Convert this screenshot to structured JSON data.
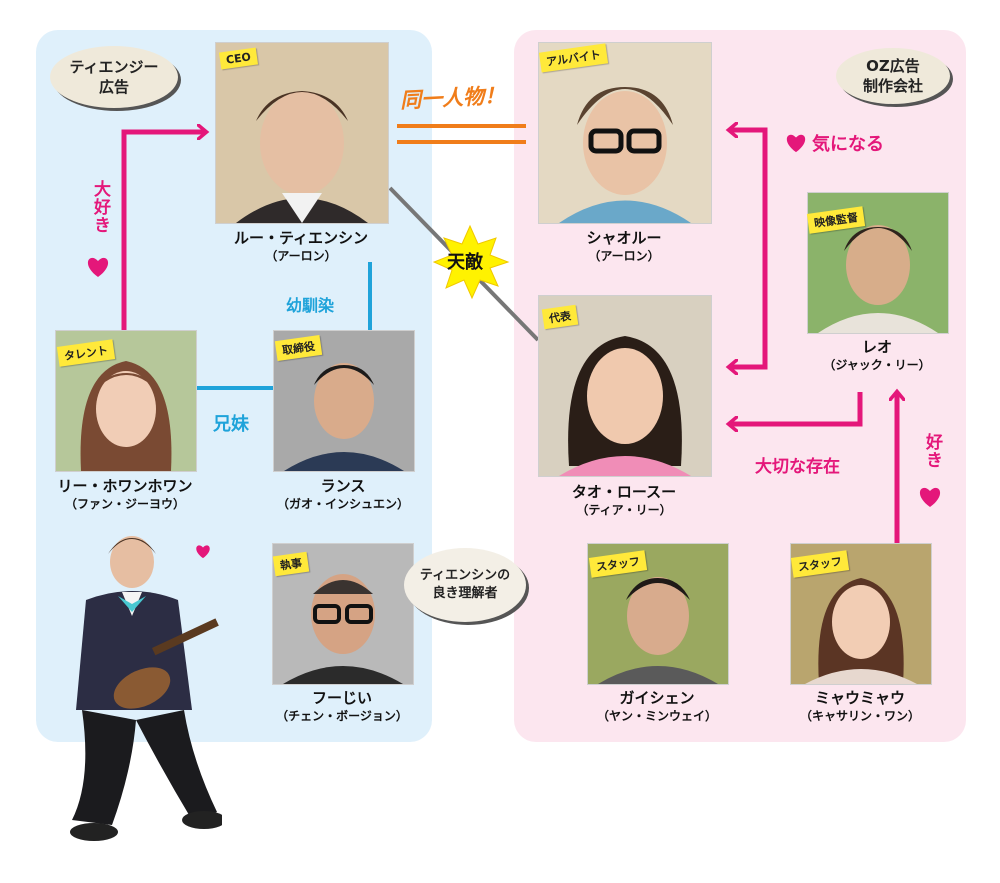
{
  "companies": {
    "left": [
      "ティエンジー",
      "広告"
    ],
    "right": [
      "OZ広告",
      "制作会社"
    ]
  },
  "characters": [
    {
      "role": "CEO",
      "name": "ルー・ティエンシン",
      "actor": "（アーロン）"
    },
    {
      "role": "アルバイト",
      "name": "シャオルー",
      "actor": "（アーロン）"
    },
    {
      "role": "映像監督",
      "name": "レオ",
      "actor": "（ジャック・リー）"
    },
    {
      "role": "タレント",
      "name": "リー・ホワンホワン",
      "actor": "（ファン・ジーヨウ）"
    },
    {
      "role": "取締役",
      "name": "ランス",
      "actor": "（ガオ・インシュエン）"
    },
    {
      "role": "代表",
      "name": "タオ・ロースー",
      "actor": "（ティア・リー）"
    },
    {
      "role": "執事",
      "name": "フーじい",
      "actor": "（チェン・ボージョン）"
    },
    {
      "role": "スタッフ",
      "name": "ガイシェン",
      "actor": "（ヤン・ミンウェイ）"
    },
    {
      "role": "スタッフ",
      "name": "ミャウミャウ",
      "actor": "（キャサリン・ワン）"
    }
  ],
  "relations": {
    "same_person": "同一人物！",
    "rival": "天敵",
    "loves": "大好き",
    "childhood_friend": "幼馴染",
    "siblings": "兄妹",
    "curious": "気になる",
    "important": "大切な存在",
    "likes": "好き"
  },
  "bubble": [
    "ティエンシンの",
    "良き理解者"
  ],
  "colors": {
    "pink": "#e4177a",
    "blue": "#1fa3da",
    "orange": "#f07d1a",
    "left_bg": "#dff0fb",
    "right_bg": "#fce6ef",
    "tag": "#ffe93a"
  },
  "icons": [
    "heart-icon",
    "arrow-icon",
    "star-burst-icon"
  ]
}
